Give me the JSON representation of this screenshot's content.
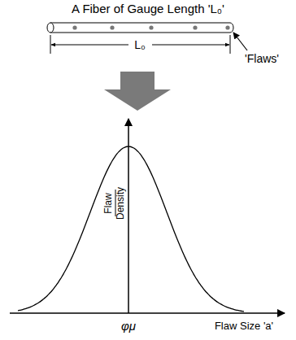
{
  "diagram": {
    "title": "A Fiber of Gauge Length 'L₀'",
    "labels": [
      "'Flaws'",
      "L₀",
      "Flaw Density",
      "φμ",
      "Flaw Size 'a'"
    ]
  }
}
